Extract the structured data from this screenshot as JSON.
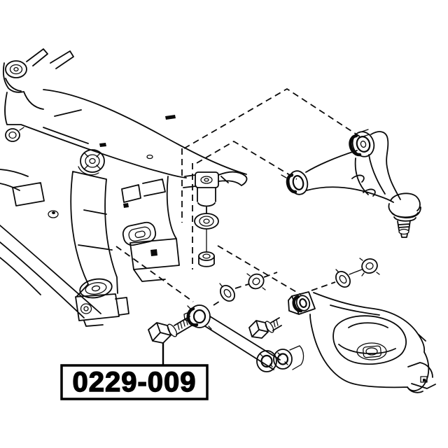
{
  "diagram": {
    "type": "exploded-parts-diagram",
    "subject": "rear-suspension-assembly",
    "background_color": "#ffffff",
    "line_color": "#000000",
    "components": [
      "rear-subframe",
      "stabilizer-link",
      "upper-control-arm",
      "lower-control-arm",
      "lateral-rod",
      "mounting-hardware",
      "highlighted-bolt"
    ]
  },
  "callout": {
    "part_number": "0229-009",
    "box_border_color": "#000000",
    "box_fill_color": "#ffffff",
    "text_color": "#000000"
  }
}
